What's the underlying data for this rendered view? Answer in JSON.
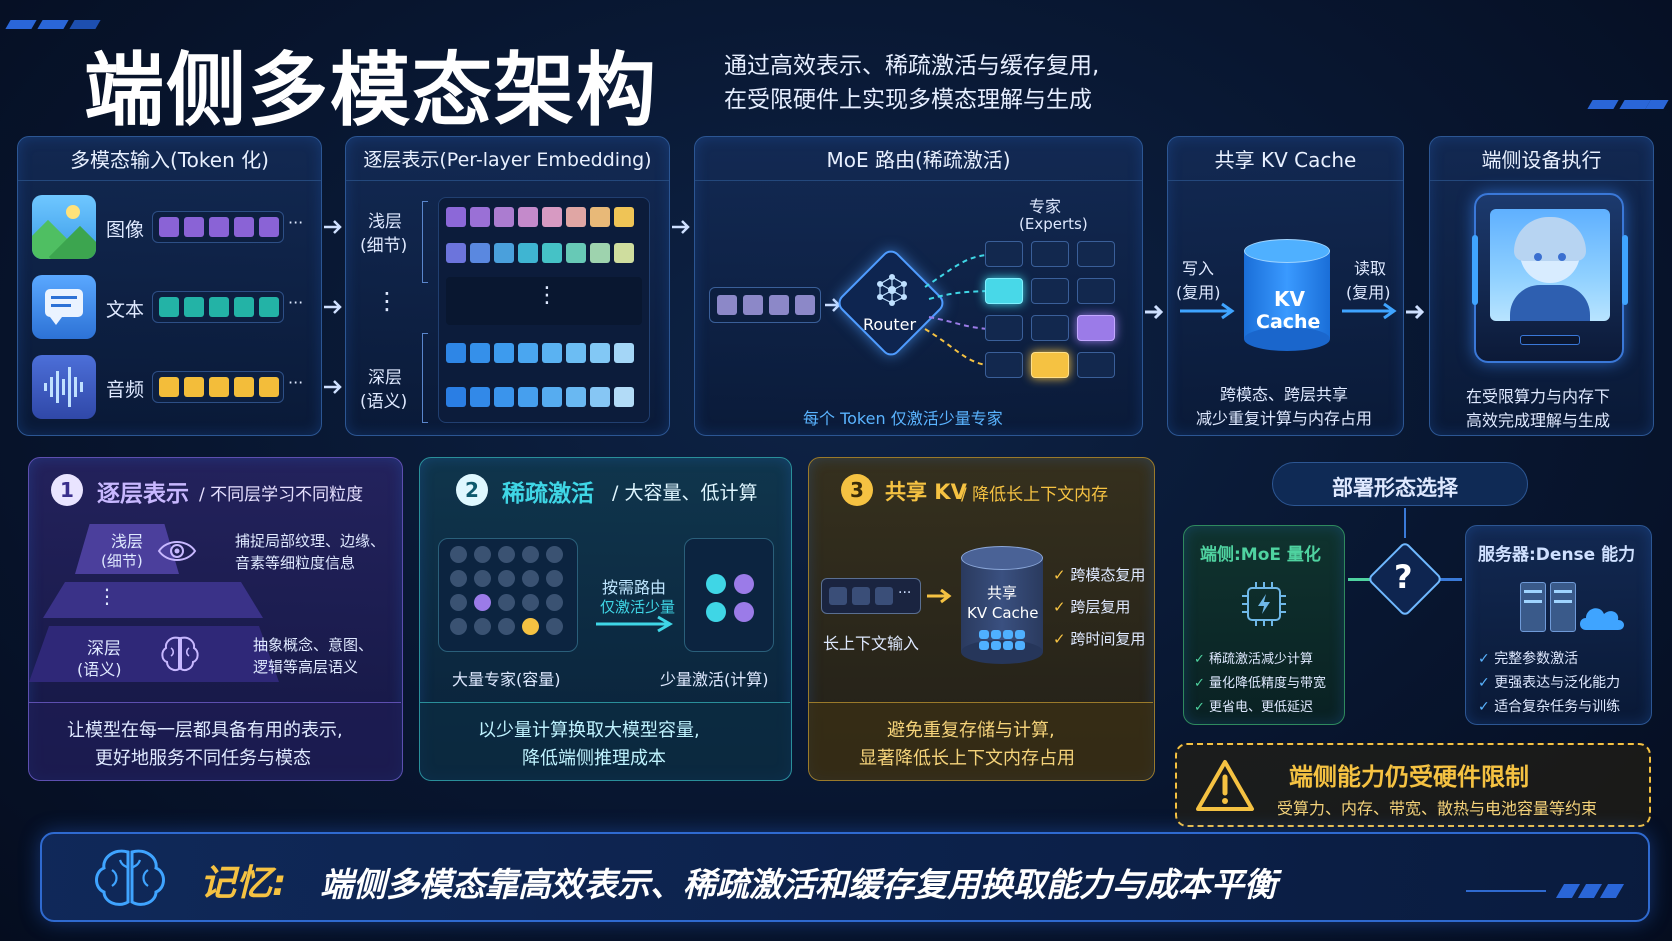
{
  "title": "端侧多模态架构",
  "subtitle_line1": "通过高效表示、稀疏激活与缓存复用,",
  "subtitle_line2": "在受限硬件上实现多模态理解与生成",
  "colors": {
    "accent_blue": "#2f8cff",
    "cyan": "#3fd6e6",
    "purple": "#9b7be8",
    "gold": "#f5c242",
    "green": "#4fd3a0"
  },
  "top_panels": {
    "input": {
      "title": "多模态输入(Token 化)",
      "rows": [
        {
          "label": "图像",
          "icon": "image-icon"
        },
        {
          "label": "文本",
          "icon": "chat-icon"
        },
        {
          "label": "音频",
          "icon": "audio-wave-icon"
        }
      ],
      "ellipsis": "···"
    },
    "per_layer": {
      "title": "逐层表示(Per-layer Embedding)",
      "shallow_l1": "浅层",
      "shallow_l2": "(细节)",
      "deep_l1": "深层",
      "deep_l2": "(语义)",
      "vdots": "⋮"
    },
    "moe": {
      "title": "MoE 路由(稀疏激活)",
      "experts_l1": "专家",
      "experts_l2": "(Experts)",
      "router": "Router",
      "caption": "每个 Token 仅激活少量专家"
    },
    "kv": {
      "title": "共享 KV Cache",
      "write_l1": "写入",
      "write_l2": "(复用)",
      "read_l1": "读取",
      "read_l2": "(复用)",
      "cyl_l1": "KV",
      "cyl_l2": "Cache",
      "caption_l1": "跨模态、跨层共享",
      "caption_l2": "减少重复计算与内存占用"
    },
    "device": {
      "title": "端侧设备执行",
      "caption_l1": "在受限算力与内存下",
      "caption_l2": "高效完成理解与生成"
    }
  },
  "cards": {
    "c1": {
      "num": "1",
      "title": "逐层表示",
      "subtitle": "/ 不同层学习不同粒度",
      "shallow_l1": "浅层",
      "shallow_l2": "(细节)",
      "deep_l1": "深层",
      "deep_l2": "(语义)",
      "dots": "⋮",
      "desc1_l1": "捕捉局部纹理、边缘、",
      "desc1_l2": "音素等细粒度信息",
      "desc2_l1": "抽象概念、意图、",
      "desc2_l2": "逻辑等高层语义",
      "footer_l1": "让模型在每一层都具备有用的表示,",
      "footer_l2": "更好地服务不同任务与模态"
    },
    "c2": {
      "num": "2",
      "title": "稀疏激活",
      "subtitle": "/ 大容量、低计算",
      "route_l1": "按需路由",
      "route_l2": "仅激活少量",
      "left_cap": "大量专家(容量)",
      "right_cap": "少量激活(计算)",
      "footer_l1": "以少量计算换取大模型容量,",
      "footer_l2": "降低端侧推理成本"
    },
    "c3": {
      "num": "3",
      "title": "共享 KV",
      "subtitle": "/ 降低长上下文内存",
      "input_cap": "长上下文输入",
      "cyl_l1": "共享",
      "cyl_l2": "KV Cache",
      "checks": [
        "跨模态复用",
        "跨层复用",
        "跨时间复用"
      ],
      "footer_l1": "避免重复存储与计算,",
      "footer_l2": "显著降低长上下文内存占用"
    }
  },
  "deploy": {
    "title": "部署形态选择",
    "edge_title": "端侧:MoE 量化",
    "edge_checks": [
      "稀疏激活减少计算",
      "量化降低精度与带宽",
      "更省电、更低延迟"
    ],
    "server_title": "服务器:Dense 能力",
    "server_checks": [
      "完整参数激活",
      "更强表达与泛化能力",
      "适合复杂任务与训练"
    ],
    "question": "?",
    "warn_title": "端侧能力仍受硬件限制",
    "warn_desc": "受算力、内存、带宽、散热与电池容量等约束"
  },
  "banner": {
    "label": "记忆:",
    "text": "端侧多模态靠高效表示、稀疏激活和缓存复用换取能力与成本平衡"
  }
}
